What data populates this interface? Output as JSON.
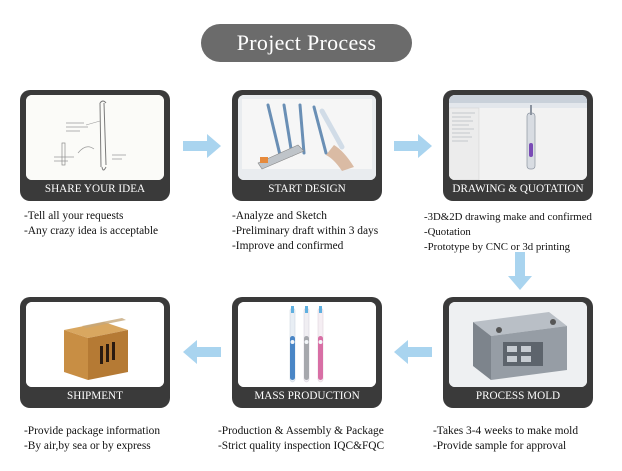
{
  "title": "Project Process",
  "colors": {
    "pill": "#6b6b6b",
    "card": "#3a3a3a",
    "arrow": "#a9d4ef"
  },
  "steps": [
    {
      "label": "SHARE YOUR IDEA",
      "lines": [
        "-Tell all your requests",
        "-Any crazy idea is acceptable"
      ]
    },
    {
      "label": "START DESIGN",
      "lines": [
        "-Analyze and Sketch",
        "-Preliminary draft within 3 days",
        "-Improve and confirmed"
      ]
    },
    {
      "label": "DRAWING & QUOTATION",
      "lines": [
        "-3D&2D drawing make and confirmed",
        "-Quotation",
        "-Prototype by CNC or 3d printing"
      ]
    },
    {
      "label": "PROCESS MOLD",
      "lines": [
        "-Takes 3-4 weeks to make mold",
        "-Provide sample for approval"
      ]
    },
    {
      "label": "MASS PRODUCTION",
      "lines": [
        "-Production & Assembly & Package",
        "-Strict quality inspection IQC&FQC"
      ]
    },
    {
      "label": "SHIPMENT",
      "lines": [
        "-Provide package information",
        "-By air,by sea or by express"
      ]
    }
  ]
}
